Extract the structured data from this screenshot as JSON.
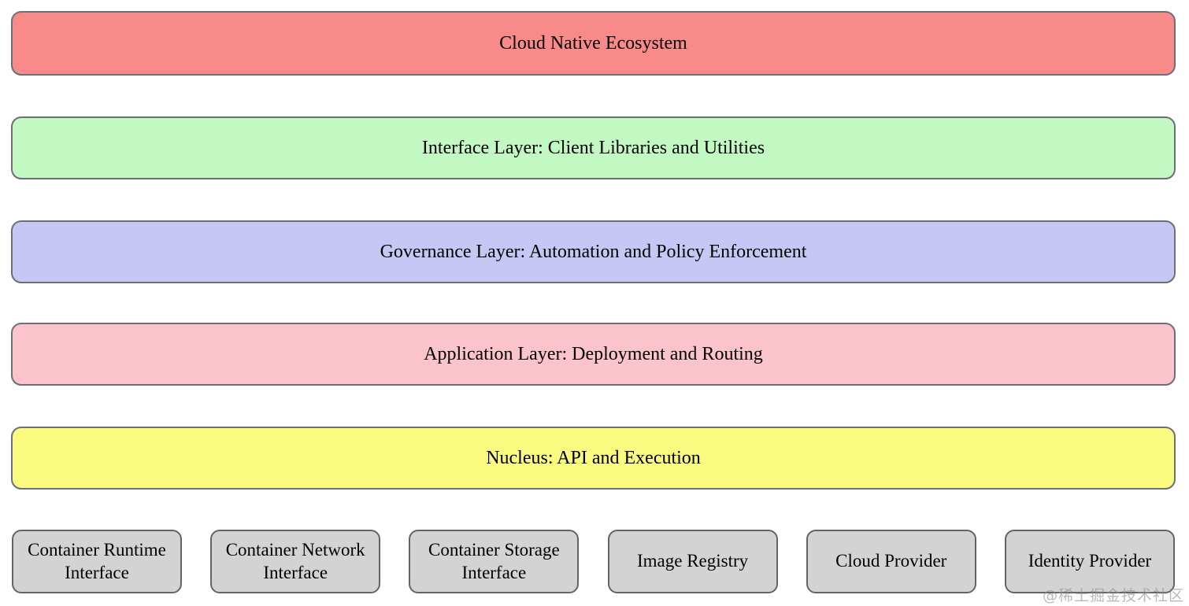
{
  "diagram": {
    "layers": [
      {
        "label": "Cloud Native Ecosystem",
        "fill": "#f98a8a"
      },
      {
        "label": "Interface Layer: Client Libraries and Utilities",
        "fill": "#c2f8c2"
      },
      {
        "label": "Governance Layer: Automation and Policy Enforcement",
        "fill": "#c7c7f5"
      },
      {
        "label": "Application Layer: Deployment and Routing",
        "fill": "#fbc3cb"
      },
      {
        "label": "Nucleus: API and Execution",
        "fill": "#fafa80"
      }
    ],
    "foundation_boxes": [
      {
        "label": "Container Runtime Interface"
      },
      {
        "label": "Container Network Interface"
      },
      {
        "label": "Container Storage Interface"
      },
      {
        "label": "Image Registry"
      },
      {
        "label": "Cloud Provider"
      },
      {
        "label": "Identity Provider"
      }
    ],
    "foundation_fill": "#d3d3d3",
    "layer_border_color": "#6e6e78",
    "foundation_border_color": "#646464",
    "watermark": "@稀土掘金技术社区"
  }
}
